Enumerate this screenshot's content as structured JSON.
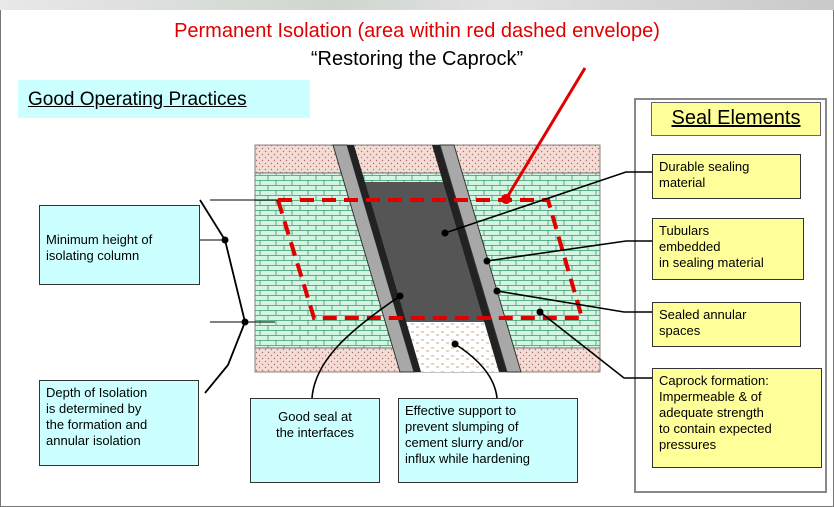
{
  "title": {
    "line1": "Permanent Isolation (area within red dashed envelope)",
    "line2": "“Restoring the Caprock”"
  },
  "good_practices_label": "Good Operating Practices",
  "seal_elements": {
    "title": "Seal Elements",
    "items": [
      {
        "lines": [
          "Durable sealing",
          "material"
        ]
      },
      {
        "lines": [
          "Tubulars",
          "embedded",
          "in sealing material"
        ]
      },
      {
        "lines": [
          "Sealed annular",
          "spaces"
        ]
      },
      {
        "lines": [
          "Caprock formation:",
          "Impermeable & of",
          "adequate strength",
          "to contain expected",
          "pressures"
        ]
      }
    ]
  },
  "practices": [
    {
      "lines": [
        "Minimum height of",
        "isolating column"
      ]
    },
    {
      "lines": [
        "Depth of Isolation",
        "is determined by",
        "the formation and",
        "annular isolation"
      ]
    },
    {
      "lines": [
        "Good seal at",
        "the interfaces"
      ]
    },
    {
      "lines": [
        "Effective support to",
        "prevent slumping of",
        "cement slurry and/or",
        "influx while hardening"
      ]
    }
  ],
  "colors": {
    "red": "#e00000",
    "yellow": "#ffff99",
    "cyan": "#ccffff",
    "brick": "#ccf2e0",
    "rock": "#f0d8d0",
    "plug": "#555555"
  }
}
